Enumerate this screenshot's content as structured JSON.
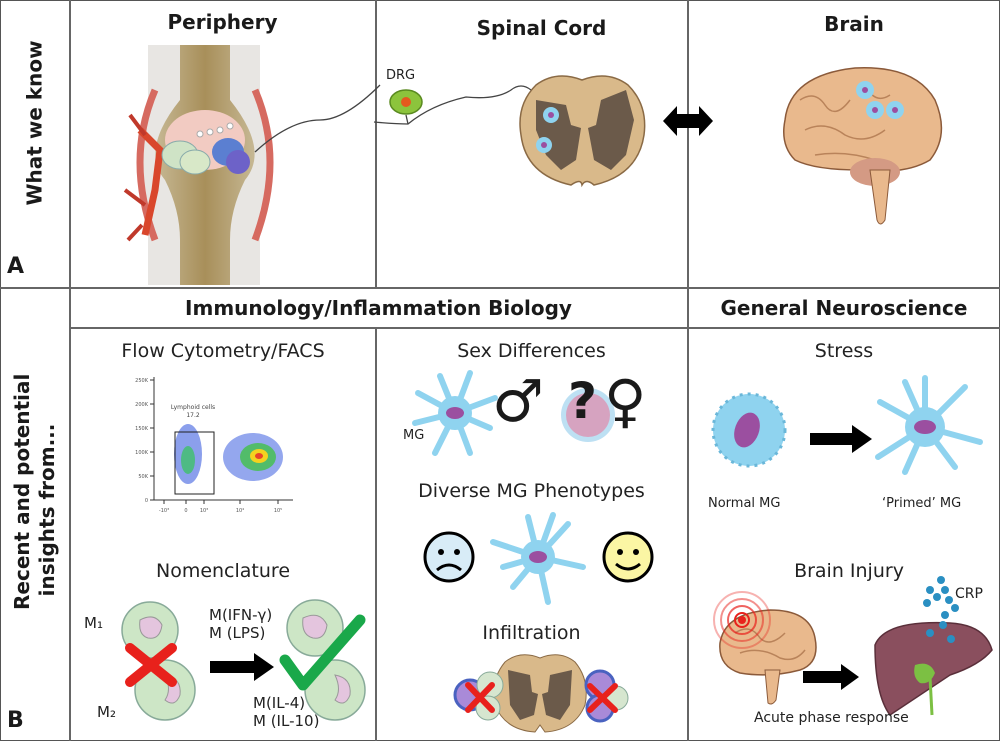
{
  "figure": {
    "panel_a": {
      "letter": "A",
      "row_label": "What we know",
      "columns": [
        {
          "title": "Periphery"
        },
        {
          "title": "Spinal Cord",
          "labels": {
            "drg": "DRG"
          }
        },
        {
          "title": "Brain"
        }
      ]
    },
    "panel_b": {
      "letter": "B",
      "row_label_line1": "Recent and potential",
      "row_label_line2": "insights from...",
      "sections": [
        {
          "title": "Immunology/Inflammation Biology"
        },
        {
          "title": "General Neuroscience"
        }
      ],
      "flow": {
        "title": "Flow Cytometry/FACS",
        "gate_label": "Lymphoid cells",
        "gate_value": "17.2",
        "y_ticks": [
          "250K",
          "200K",
          "150K",
          "100K",
          "50K",
          "0"
        ],
        "x_ticks": [
          "-10³",
          "0",
          "10³",
          "10⁴",
          "10⁵"
        ]
      },
      "nomenclature": {
        "title": "Nomenclature",
        "m1": "M₁",
        "m2": "M₂",
        "new_top_1": "M(IFN-γ)",
        "new_top_2": "M (LPS)",
        "new_bottom_1": "M(IL-4)",
        "new_bottom_2": "M (IL-10)"
      },
      "sex_differences": {
        "title": "Sex Differences",
        "mg_label": "MG",
        "male_symbol": "♂",
        "female_symbol": "♀",
        "question": "?"
      },
      "phenotypes": {
        "title": "Diverse MG Phenotypes"
      },
      "infiltration": {
        "title": "Infiltration"
      },
      "stress": {
        "title": "Stress",
        "normal_label": "Normal MG",
        "primed_label": "‘Primed’ MG"
      },
      "brain_injury": {
        "title": "Brain Injury",
        "crp_label": "CRP",
        "response_label": "Acute phase response"
      }
    },
    "colors": {
      "grid": "#666666",
      "microglia": "#8fd3ef",
      "nucleus": "#9b4fa0",
      "brain": "#e9b98d",
      "cord_white": "#d9b98a",
      "cord_gray": "#6b5a4a",
      "red_x": "#e8211c",
      "green_check": "#1aa84a",
      "sad_face": "#d8ecf7",
      "happy_face": "#fbf6a4",
      "liver": "#8a4f5e",
      "crp": "#2a8fc2"
    }
  }
}
